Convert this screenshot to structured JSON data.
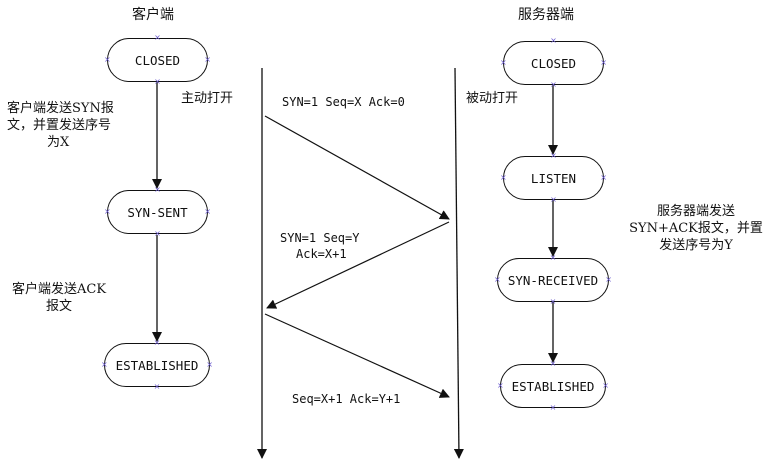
{
  "titles": {
    "client": "客户端",
    "server": "服务器端"
  },
  "client_states": {
    "closed": "CLOSED",
    "syn_sent": "SYN-SENT",
    "established": "ESTABLISHED"
  },
  "server_states": {
    "closed": "CLOSED",
    "listen": "LISTEN",
    "syn_received": "SYN-RECEIVED",
    "established": "ESTABLISHED"
  },
  "labels": {
    "active_open": "主动打开",
    "passive_open": "被动打开",
    "client_send_syn": [
      "客户端发送SYN报",
      "文，并置发送序号",
      "为X"
    ],
    "client_send_ack": [
      "客户端发送ACK",
      "报文"
    ],
    "server_send_synack": [
      "服务器端发送",
      "SYN+ACK报文，并置",
      "发送序号为Y"
    ]
  },
  "messages": {
    "syn": "SYN=1 Seq=X Ack=0",
    "synack": [
      "SYN=1 Seq=Y",
      "Ack=X+1"
    ],
    "ack": "Seq=X+1 Ack=Y+1"
  }
}
